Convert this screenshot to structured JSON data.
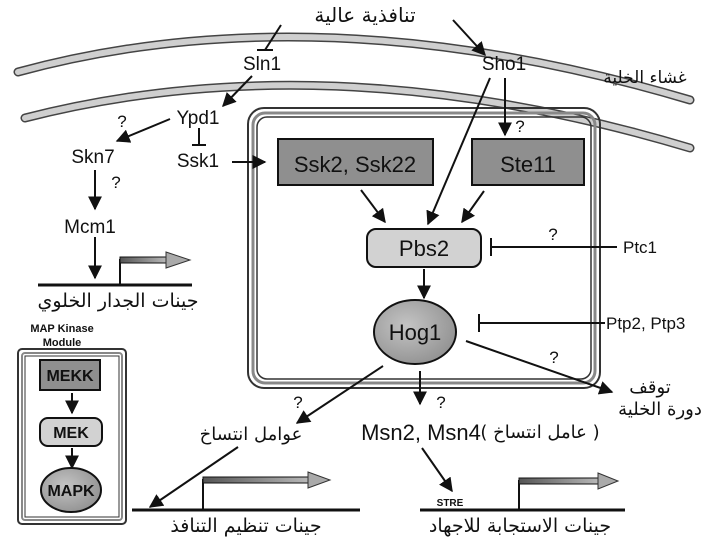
{
  "title_top": "تنافذية عالية",
  "membrane_label": "غشاء الخلية",
  "proteins": {
    "sln1": "Sln1",
    "sho1": "Sho1",
    "ypd1": "Ypd1",
    "ssk1": "Ssk1",
    "skn7": "Skn7",
    "mcm1": "Mcm1",
    "ssk2": "Ssk2, Ssk22",
    "ste11": "Ste11",
    "pbs2": "Pbs2",
    "ptc1": "Ptc1",
    "hog1": "Hog1",
    "ptp": "Ptp2, Ptp3",
    "msn": "Msn2, Msn4"
  },
  "question_mark": "?",
  "labels": {
    "cell_wall_genes": "جينات الجدار الخلوي",
    "cell_cycle_arrest_1": "توقف",
    "cell_cycle_arrest_2": "دورة الخلية",
    "transcription_factors": "عوامل انتساخ",
    "transcription_factor_paren": "(   عامل انتساخ )",
    "osmo_genes": "جينات تنظيم التنافذ",
    "stress_genes": "جينات الاستجابة للاجهاد",
    "stre": "STRE"
  },
  "map_kinase_module": {
    "title_line1": "MAP Kinase",
    "title_line2": "Module",
    "mekk": "MEKK",
    "mek": "MEK",
    "mapk": "MAPK"
  },
  "colors": {
    "dark_box": "#8a8a8a",
    "light_box": "#d4d4d4",
    "ellipse": "#a8a8a8",
    "membrane": "#bdbdbd",
    "line": "#111111"
  }
}
